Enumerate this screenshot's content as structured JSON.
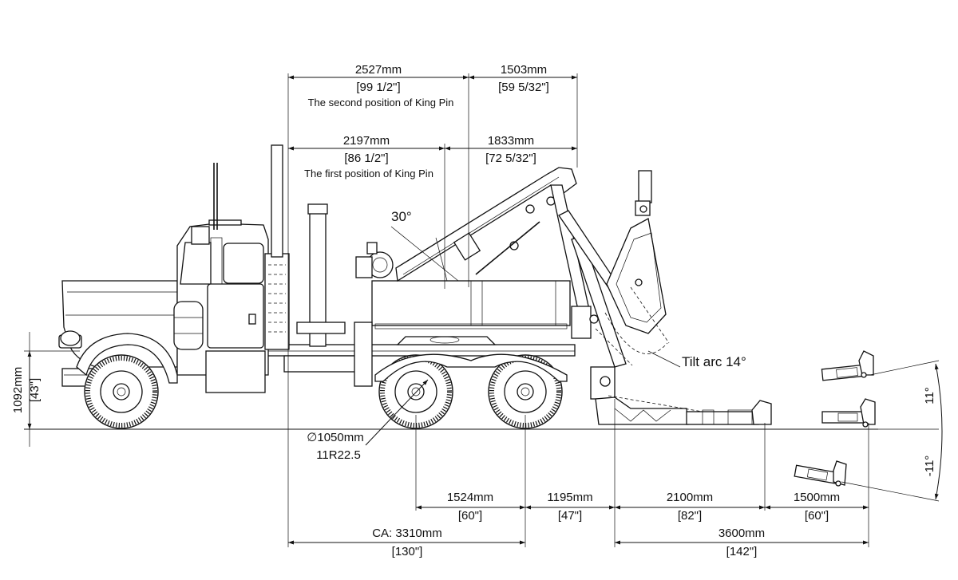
{
  "dimensions": {
    "top_left_mm": "2527mm",
    "top_left_in": "[99 1/2\"]",
    "top_right_mm": "1503mm",
    "top_right_in": "[59 5/32\"]",
    "second_kingpin_note": "The second position of King Pin",
    "mid_left_mm": "2197mm",
    "mid_left_in": "[86 1/2\"]",
    "mid_right_mm": "1833mm",
    "mid_right_in": "[72 5/32\"]",
    "first_kingpin_note": "The first position of King Pin",
    "boom_angle": "30°",
    "tilt_arc": "Tilt arc 14°",
    "height_mm": "1092mm",
    "height_in": "[43\"]",
    "tire_diameter": "∅1050mm",
    "tire_size": "11R22.5",
    "angle_up": "11°",
    "angle_down": "-11°",
    "axle_spacing_mm": "1524mm",
    "axle_spacing_in": "[60\"]",
    "rear_overhang_mm": "1195mm",
    "rear_overhang_in": "[47\"]",
    "underlift_reach_mm": "2100mm",
    "underlift_reach_in": "[82\"]",
    "underlift_ext_mm": "1500mm",
    "underlift_ext_in": "[60\"]",
    "ca_mm": "CA: 3310mm",
    "ca_in": "[130\"]",
    "total_reach_mm": "3600mm",
    "total_reach_in": "[142\"]"
  }
}
